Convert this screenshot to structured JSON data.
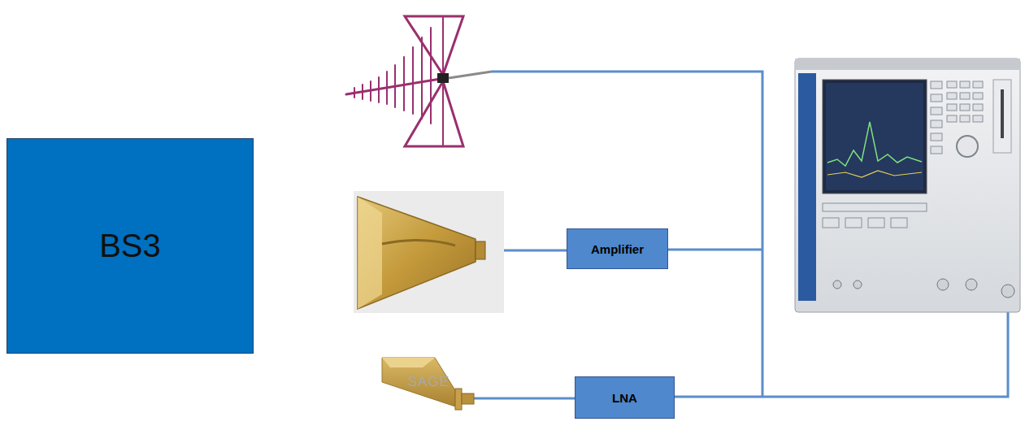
{
  "diagram": {
    "nodes": [
      {
        "text": [
          "BS3"
        ]
      },
      {
        "text": [
          "Amplifier"
        ]
      },
      {
        "text": [
          "LNA"
        ]
      }
    ],
    "labels": [
      "SAGE"
    ]
  }
}
